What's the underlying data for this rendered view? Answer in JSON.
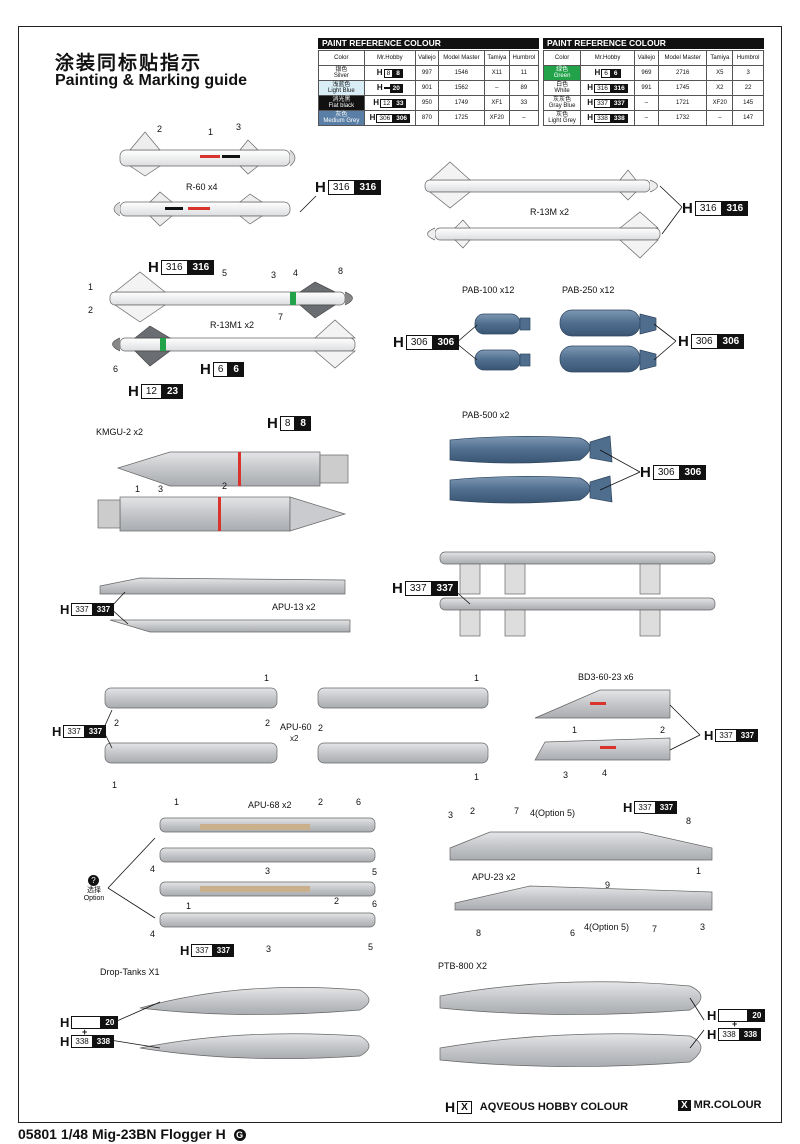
{
  "header": {
    "title_cn": "涂装同标贴指示",
    "title_en": "Painting & Marking guide"
  },
  "tables": [
    {
      "title": "PAINT  REFERENCE COLOUR",
      "headers": [
        "Color",
        "Mr.Hobby",
        "Vallejo",
        "Model Master",
        "Tamiya",
        "Humbrol"
      ],
      "rows": [
        {
          "color_cn": "银色",
          "color_en": "Silver",
          "swatch": "#ffffff",
          "text_color": "#111111",
          "h_white": "8",
          "h_black": "8",
          "vallejo": "997",
          "model_master": "1546",
          "tamiya": "X11",
          "humbrol": "11"
        },
        {
          "color_cn": "浅蓝色",
          "color_en": "Light Blue",
          "swatch": "#d9edf7",
          "text_color": "#111111",
          "h_white": "",
          "h_black": "20",
          "vallejo": "901",
          "model_master": "1562",
          "tamiya": "–",
          "humbrol": "89"
        },
        {
          "color_cn": "消光黑",
          "color_en": "Flat black",
          "swatch": "#111111",
          "text_color": "#ffffff",
          "h_white": "12",
          "h_black": "33",
          "vallejo": "950",
          "model_master": "1749",
          "tamiya": "XF1",
          "humbrol": "33"
        },
        {
          "color_cn": "灰色",
          "color_en": "Medium Grey",
          "swatch": "#5a7fa6",
          "text_color": "#ffffff",
          "h_white": "306",
          "h_black": "306",
          "vallejo": "870",
          "model_master": "1725",
          "tamiya": "XF20",
          "humbrol": "–"
        }
      ]
    },
    {
      "title": "PAINT  REFERENCE COLOUR",
      "headers": [
        "Color",
        "Mr.Hobby",
        "Vallejo",
        "Model Master",
        "Tamiya",
        "Humbrol"
      ],
      "rows": [
        {
          "color_cn": "绿色",
          "color_en": "Green",
          "swatch": "#22a34a",
          "text_color": "#ffffff",
          "h_white": "6",
          "h_black": "6",
          "vallejo": "969",
          "model_master": "2716",
          "tamiya": "X5",
          "humbrol": "3"
        },
        {
          "color_cn": "白色",
          "color_en": "White",
          "swatch": "#ffffff",
          "text_color": "#111111",
          "h_white": "316",
          "h_black": "316",
          "vallejo": "991",
          "model_master": "1745",
          "tamiya": "X2",
          "humbrol": "22"
        },
        {
          "color_cn": "灰灰色",
          "color_en": "Gray Blue",
          "swatch": "#ffffff",
          "text_color": "#111111",
          "h_white": "337",
          "h_black": "337",
          "vallejo": "–",
          "model_master": "1721",
          "tamiya": "XF20",
          "humbrol": "145"
        },
        {
          "color_cn": "灰色",
          "color_en": "Light Grey",
          "swatch": "#ffffff",
          "text_color": "#111111",
          "h_white": "338",
          "h_black": "338",
          "vallejo": "–",
          "model_master": "1732",
          "tamiya": "–",
          "humbrol": "147"
        }
      ]
    }
  ],
  "labels": {
    "r60": "R-60 x4",
    "r13m": "R-13M x2",
    "r13m1": "R-13M1 x2",
    "pab100": "PAB-100 x12",
    "pab250": "PAB-250 x12",
    "kmgu": "KMGU-2 x2",
    "pab500": "PAB-500 x2",
    "apu13": "APU-13 x2",
    "bd3": "BD3-60-23 x6",
    "apu60": "APU-60",
    "apu60_qty": "x2",
    "apu68": "APU-68 x2",
    "apu23": "APU-23 x2",
    "opt4a": "4(Option 5)",
    "opt4b": "4(Option 5)",
    "droptanks": "Drop-Tanks X1",
    "ptb800": "PTB-800 X2",
    "option_cn": "选择",
    "option_en": "Option",
    "option_mark": "?"
  },
  "codes": {
    "c316": {
      "h": "H",
      "w": "316",
      "b": "316"
    },
    "c306": {
      "h": "H",
      "w": "306",
      "b": "306"
    },
    "c337": {
      "h": "H",
      "w": "337",
      "b": "337"
    },
    "c338": {
      "h": "H",
      "w": "338",
      "b": "338"
    },
    "c20": {
      "h": "H",
      "w": "",
      "b": "20"
    },
    "c8": {
      "h": "H",
      "w": "8",
      "b": "8"
    },
    "c6": {
      "h": "H",
      "w": "6",
      "b": "6"
    },
    "c12_23": {
      "h": "H",
      "w": "12",
      "b": "23"
    }
  },
  "plus": "+",
  "legend": {
    "aqueous_h": "H",
    "aqueous_box": "X",
    "aqueous": "AQVEOUS HOBBY COLOUR",
    "mr_box": "X",
    "mr": "MR.COLOUR"
  },
  "footer": "05801 1/48  Mig-23BN Flogger H",
  "footer_mark": "G",
  "colors": {
    "bomb_blue": "#4f6e8e",
    "grey": "#c7c9cc",
    "red_marking": "#d9342b",
    "green": "#22a34a"
  }
}
